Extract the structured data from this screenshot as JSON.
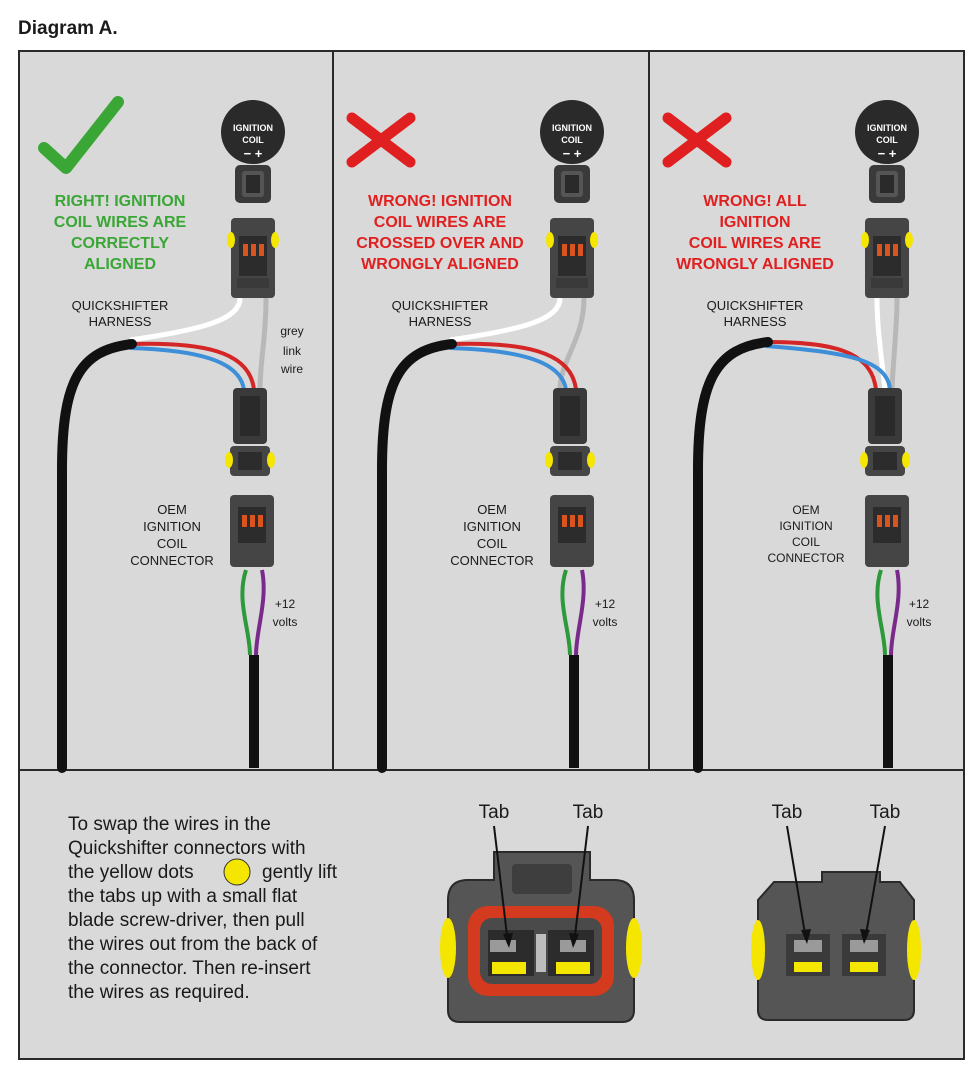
{
  "title": "Diagram A.",
  "colors": {
    "panel_bg": "#d9d9d9",
    "border": "#2a2a2a",
    "right_green": "#3aa635",
    "wrong_red": "#e02020",
    "connector_dark": "#4a4a4a",
    "connector_orange": "#d9541e",
    "yellow_dot": "#f5e600",
    "wire_red": "#d42626",
    "wire_blue": "#3c8fd8",
    "wire_white": "#ffffff",
    "wire_grey": "#b8b8b8",
    "wire_green": "#2c9a3a",
    "wire_purple": "#7a2a8a"
  },
  "panels": [
    {
      "id": "right",
      "status_icon": "checkmark-icon",
      "message_lines": [
        "RIGHT!  IGNITION",
        "COIL WIRES ARE",
        "CORRECTLY",
        "ALIGNED"
      ],
      "coil_label_1": "IGNITION",
      "coil_label_2": "COIL",
      "coil_polarity": "− +",
      "harness_line_1": "QUICKSHIFTER",
      "harness_line_2": "HARNESS",
      "grey_line_1": "grey",
      "grey_line_2": "link",
      "grey_line_3": "wire",
      "oem_lines": [
        "OEM",
        "IGNITION",
        "COIL",
        "CONNECTOR"
      ],
      "volts_line_1": "+12",
      "volts_line_2": "volts"
    },
    {
      "id": "wrong-crossed",
      "status_icon": "cross-icon",
      "message_lines": [
        "WRONG!  IGNITION",
        "COIL WIRES ARE",
        "CROSSED OVER AND",
        "WRONGLY ALIGNED"
      ],
      "coil_label_1": "IGNITION",
      "coil_label_2": "COIL",
      "coil_polarity": "− +",
      "harness_line_1": "QUICKSHIFTER",
      "harness_line_2": "HARNESS",
      "oem_lines": [
        "OEM",
        "IGNITION",
        "COIL",
        "CONNECTOR"
      ],
      "volts_line_1": "+12",
      "volts_line_2": "volts"
    },
    {
      "id": "wrong-all",
      "status_icon": "cross-icon",
      "message_lines": [
        "WRONG!  ALL",
        "IGNITION",
        "COIL WIRES ARE",
        "WRONGLY ALIGNED"
      ],
      "coil_label_1": "IGNITION",
      "coil_label_2": "COIL",
      "coil_polarity": "− +",
      "harness_line_1": "QUICKSHIFTER",
      "harness_line_2": "HARNESS",
      "oem_lines": [
        "OEM",
        "IGNITION",
        "COIL",
        "CONNECTOR"
      ],
      "volts_line_1": "+12",
      "volts_line_2": "volts"
    }
  ],
  "instructions": {
    "line_1": "To swap the wires in the",
    "line_2": "Quickshifter connectors with",
    "line_3_before_dot": "the yellow dots",
    "line_3_after_dot": "gently lift",
    "line_4": "the tabs up with a small flat",
    "line_5": "blade screw-driver, then pull",
    "line_6": "the wires out from the back of",
    "line_7": "the connector.  Then re-insert",
    "line_8": "the wires as required."
  },
  "detail_connectors": [
    {
      "tab_left": "Tab",
      "tab_right": "Tab"
    },
    {
      "tab_left": "Tab",
      "tab_right": "Tab"
    }
  ]
}
